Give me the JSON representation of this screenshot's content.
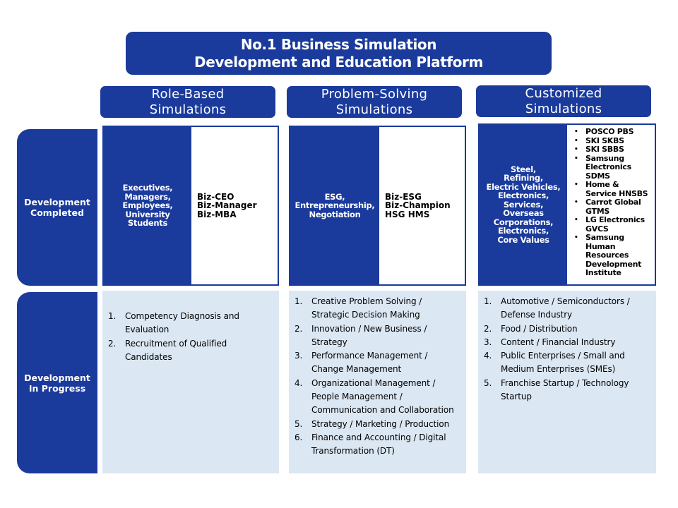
{
  "title": {
    "line1": "No.1 Business Simulation",
    "line2": "Development and Education Platform"
  },
  "columns": [
    {
      "line1": "Role-Based",
      "line2": "Simulations"
    },
    {
      "line1": "Problem-Solving",
      "line2": "Simulations"
    },
    {
      "line1": "Customized",
      "line2": "Simulations"
    }
  ],
  "rows": {
    "completed": {
      "line1": "Development",
      "line2": "Completed"
    },
    "in_progress": {
      "line1": "Development",
      "line2": "In Progress"
    }
  },
  "completed": {
    "role_based": {
      "audience": [
        "Executives,",
        "Managers,",
        "Employees,",
        "University",
        "Students"
      ],
      "products": [
        "Biz-CEO",
        "Biz-Manager",
        "Biz-MBA"
      ]
    },
    "problem_solving": {
      "topics": [
        "ESG,",
        "Entrepreneurship,",
        "Negotiation"
      ],
      "products": [
        "Biz-ESG",
        "Biz-Champion",
        "HSG HMS"
      ]
    },
    "customized": {
      "industries": [
        "Steel,",
        "Refining,",
        "Electric Vehicles,",
        "Electronics,",
        "Services,",
        "Overseas",
        "Corporations,",
        "Electronics,",
        "Core Values"
      ],
      "clients": [
        [
          "POSCO PBS"
        ],
        [
          "SKI SKBS"
        ],
        [
          "SKI SBBS"
        ],
        [
          "Samsung",
          "Electronics",
          "SDMS"
        ],
        [
          "Home &",
          "Service HNSBS"
        ],
        [
          "Carrot Global",
          "GTMS"
        ],
        [
          "LG Electronics",
          "GVCS"
        ],
        [
          "Samsung",
          "Human",
          "Resources",
          "Development",
          "Institute"
        ]
      ]
    }
  },
  "in_progress": {
    "role_based": [
      {
        "num": "1.",
        "lines": [
          "Competency Diagnosis and",
          "Evaluation"
        ]
      },
      {
        "num": "2.",
        "lines": [
          "Recruitment of Qualified",
          "Candidates"
        ]
      }
    ],
    "problem_solving": [
      {
        "num": "1.",
        "lines": [
          "Creative Problem Solving /",
          "Strategic Decision Making"
        ]
      },
      {
        "num": "2.",
        "lines": [
          "Innovation / New Business /",
          "Strategy"
        ]
      },
      {
        "num": "3.",
        "lines": [
          "Performance Management /",
          "Change Management"
        ]
      },
      {
        "num": "4.",
        "lines": [
          "Organizational Management /",
          "People Management /",
          "Communication and Collaboration"
        ]
      },
      {
        "num": "5.",
        "lines": [
          "Strategy / Marketing / Production"
        ]
      },
      {
        "num": "6.",
        "lines": [
          "Finance and Accounting / Digital",
          "Transformation (DT)"
        ]
      }
    ],
    "customized": [
      {
        "num": "1.",
        "lines": [
          "Automotive / Semiconductors /",
          "Defense Industry"
        ]
      },
      {
        "num": "2.",
        "lines": [
          "Food / Distribution"
        ]
      },
      {
        "num": "3.",
        "lines": [
          "Content / Financial Industry"
        ]
      },
      {
        "num": "4.",
        "lines": [
          "Public Enterprises / Small and",
          "Medium Enterprises (SMEs)"
        ]
      },
      {
        "num": "5.",
        "lines": [
          "Franchise Startup / Technology",
          "Startup"
        ]
      }
    ]
  },
  "colors": {
    "navy": "#1a3a9c",
    "light_blue": "#dbe7f3"
  }
}
